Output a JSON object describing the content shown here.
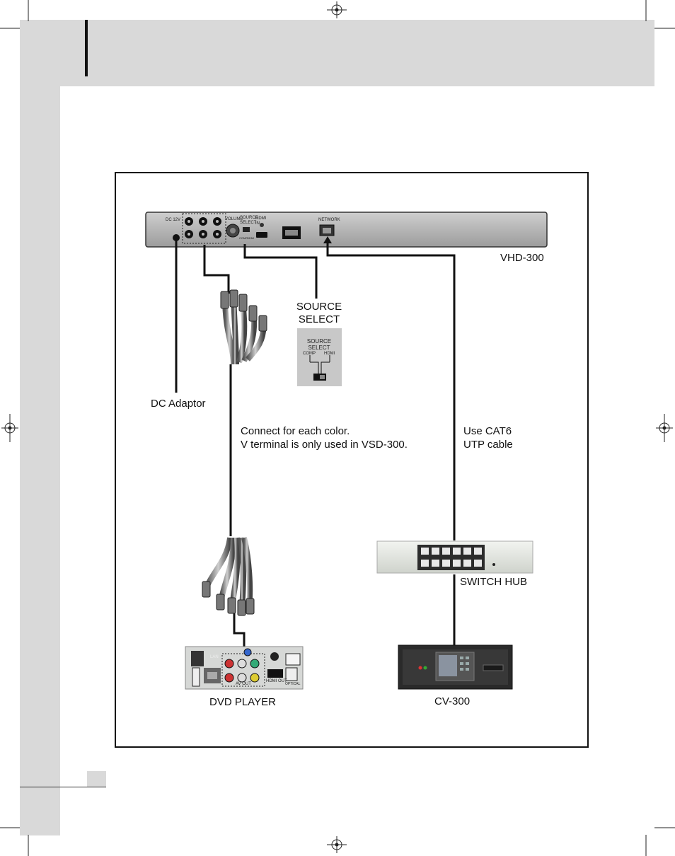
{
  "diagram": {
    "device_top": {
      "name": "VHD-300",
      "ports": {
        "dc": "DC 12V",
        "volume": "VOLUME",
        "source_select": "SOURCE SELECT",
        "comp": "COMP",
        "hdmi": "HDMI",
        "hdmi_in": "HDMI IN",
        "network": "NETWORK"
      }
    },
    "source_select_callout": {
      "title": "SOURCE SELECT",
      "inset_title": "SOURCE SELECT",
      "option_left": "COMP",
      "option_right": "HDMI"
    },
    "labels": {
      "dc_adaptor": "DC Adaptor",
      "connect_line1": "Connect for each color.",
      "connect_line2": "V terminal is only used in VSD-300.",
      "cat6_line1": "Use CAT6",
      "cat6_line2": "UTP cable",
      "switch_hub": "SWITCH HUB",
      "dvd_player": "DVD PLAYER",
      "cv300": "CV-300"
    },
    "dvd_ports": {
      "lan": "LAN",
      "av_out": "AV OUT",
      "hdmi_out": "HDMI OUT",
      "optical": "OPTICAL"
    }
  }
}
